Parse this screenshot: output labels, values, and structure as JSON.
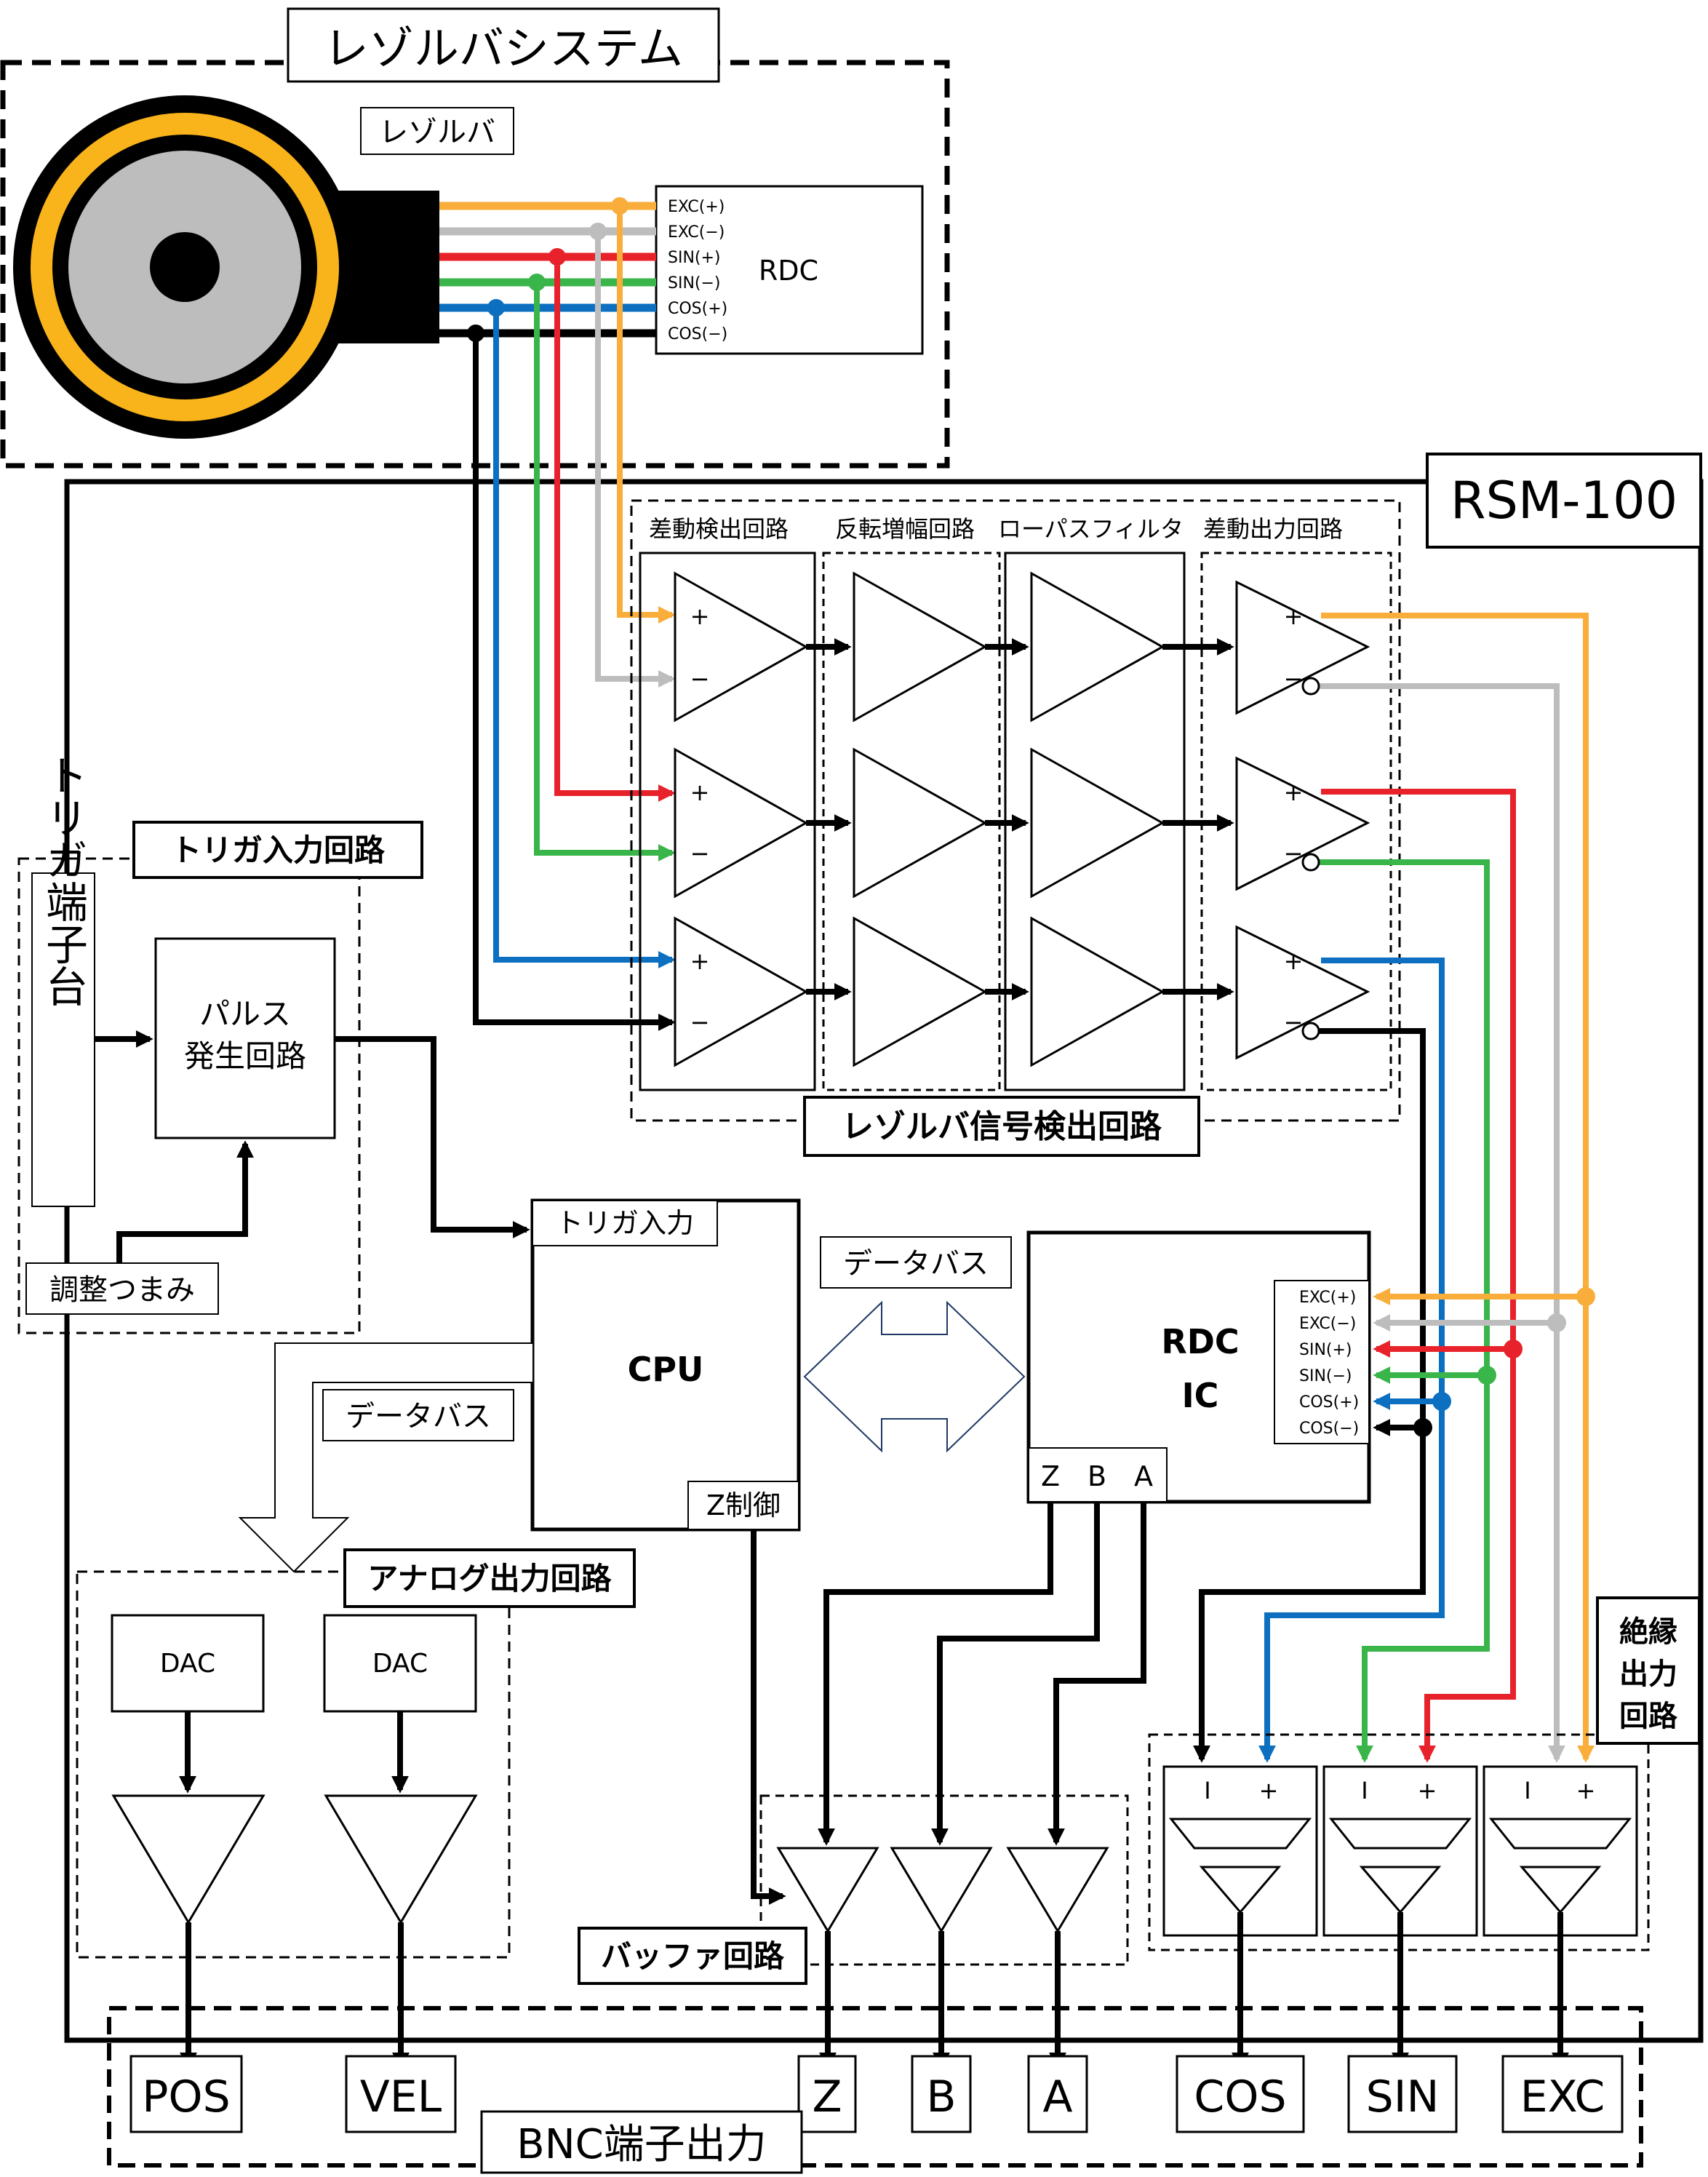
{
  "resolver_system": {
    "title": "レゾルバシステム",
    "resolver_label": "レゾルバ",
    "rdc_label": "RDC",
    "pins": [
      "EXC(+)",
      "EXC(−)",
      "SIN(+)",
      "SIN(−)",
      "COS(+)",
      "COS(−)"
    ]
  },
  "rsm": {
    "title": "RSM-100"
  },
  "detection": {
    "title": "レゾルバ信号検出回路",
    "stage_labels": [
      "差動検出回路",
      "反転増幅回路",
      "ローパスフィルタ",
      "差動出力回路"
    ]
  },
  "trigger": {
    "title": "トリガ入力回路",
    "terminal_label": "トリガ端子台",
    "pulse_line1": "パルス",
    "pulse_line2": "発生回路",
    "knob_label": "調整つまみ"
  },
  "cpu": {
    "title": "CPU",
    "trigger_in": "トリガ入力",
    "z_control": "Z制御",
    "databus_label": "データバス"
  },
  "rdc_ic": {
    "line1": "RDC",
    "line2": "IC",
    "pins": [
      "EXC(+)",
      "EXC(−)",
      "SIN(+)",
      "SIN(−)",
      "COS(+)",
      "COS(−)"
    ],
    "outputs": [
      "Z",
      "B",
      "A"
    ],
    "databus_label": "データバス"
  },
  "analog": {
    "title": "アナログ出力回路",
    "dac_labels": [
      "DAC",
      "DAC"
    ]
  },
  "buffer": {
    "title": "バッファ回路"
  },
  "isolation": {
    "title_lines": [
      "絶縁",
      "出力",
      "回路"
    ],
    "minus": "I",
    "plus": "+"
  },
  "bnc": {
    "title": "BNC端子出力",
    "terminals": [
      "POS",
      "VEL",
      "Z",
      "B",
      "A",
      "COS",
      "SIN",
      "EXC"
    ]
  },
  "colors": {
    "exc_plus": "#F9AE3C",
    "exc_minus": "#BDBDBD",
    "sin_plus": "#E8222A",
    "sin_minus": "#3AB54A",
    "cos_plus": "#0C6FBF",
    "cos_minus": "#000000",
    "resolver_ring": "#F9B31B"
  }
}
